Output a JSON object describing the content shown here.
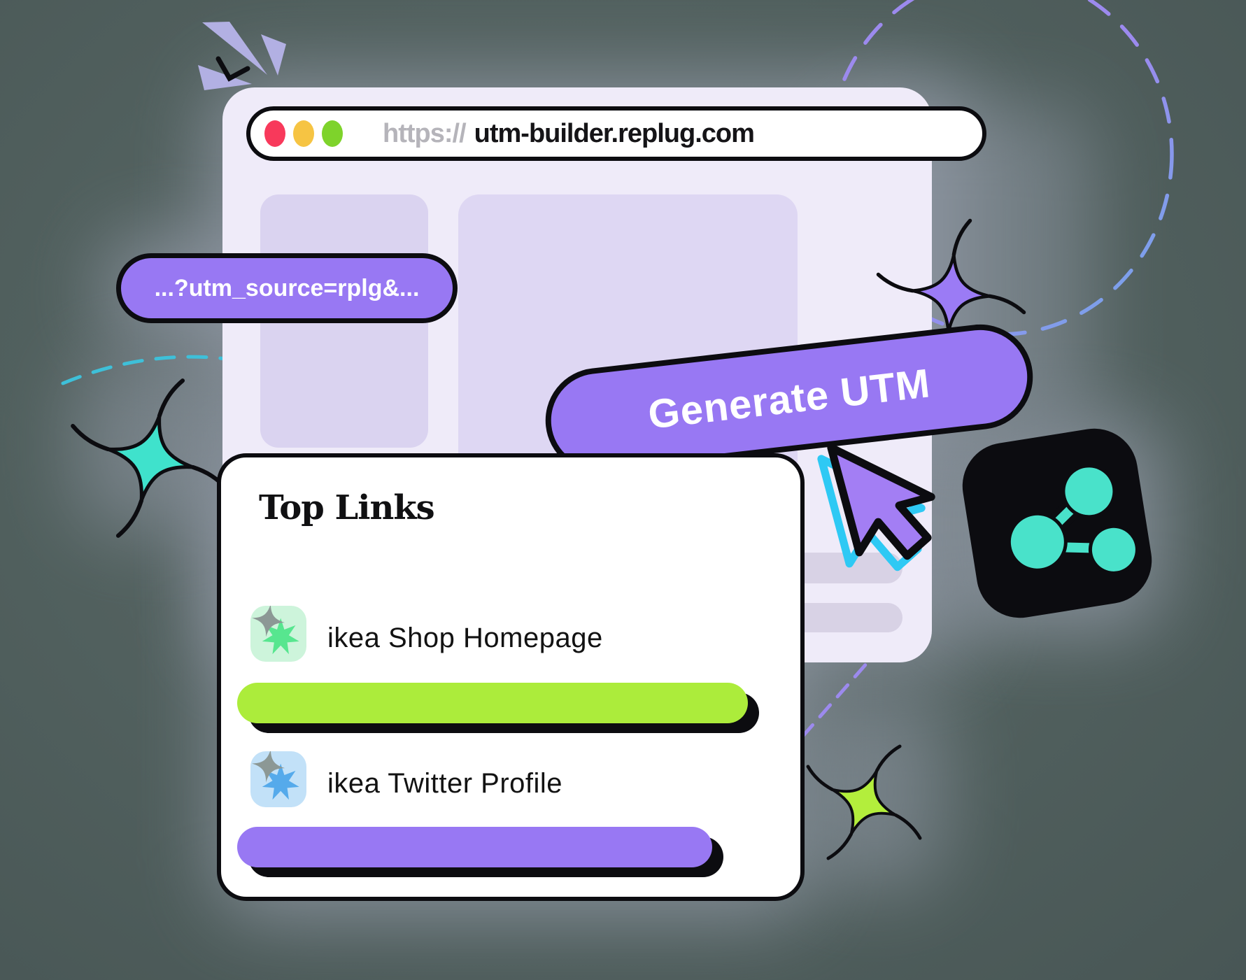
{
  "browser": {
    "url_scheme": "https://",
    "url_domain": "utm-builder.replug.com",
    "traffic_lights": [
      "#f8395b",
      "#f6c443",
      "#7ed32b"
    ]
  },
  "utm_pill": {
    "label": "...?utm_source=rplg&..."
  },
  "generate_button": {
    "label": "Generate UTM"
  },
  "top_links": {
    "title": "Top Links",
    "items": [
      {
        "label": "ikea Shop Homepage",
        "icon": "green-starburst-icon",
        "icon_bg": "#cdf4db",
        "star_color": "#57e68f",
        "sparkle_color": "#8c9895",
        "bar_color": "#acec3b",
        "bar_width_pct": 100
      },
      {
        "label": "ikea Twitter Profile",
        "icon": "blue-starburst-icon",
        "icon_bg": "#c2e1f8",
        "star_color": "#55aaeb",
        "sparkle_color": "#8c9895",
        "bar_color": "#9878f3",
        "bar_width_pct": 93
      }
    ]
  },
  "colors": {
    "background": "#51605e",
    "glow_gray": "#8e96a2",
    "window_lavender": "#efebf9",
    "panel_lavender": "#ded7f3",
    "accent_purple": "#9878f3",
    "cursor_purple": "#a37ef4",
    "cyan_accent": "#2ec9f4",
    "teal": "#3fe2cc",
    "lime_green": "#acec3b",
    "black": "#0c0c10",
    "url_scheme_gray": "#b5b4ba",
    "lavender_triangles": "#b2b0e3",
    "dashed_circle_purple": "#9c8aee",
    "dashed_circle_blue": "#6fa9e9",
    "share_icon_teal": "#49e2ca"
  }
}
